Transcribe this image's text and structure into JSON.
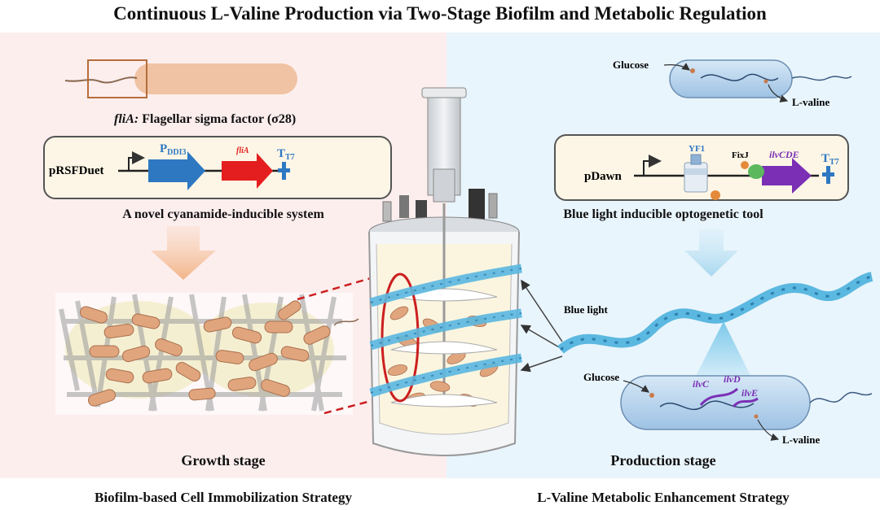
{
  "title": "Continuous L-Valine Production via Two-Stage Biofilm and Metabolic Regulation",
  "left": {
    "flia_gene": "fliA:",
    "flia_desc": "Flagellar sigma factor (σ28)",
    "plasmid": "pRSFDuet",
    "promoter_main": "P",
    "promoter_sub": "DDI3",
    "gene": "fliA",
    "terminator_main": "T",
    "terminator_sub": "T7",
    "system_label": "A novel cyanamide-inducible system",
    "stage": "Growth stage",
    "strategy": "Biofilm-based Cell Immobilization Strategy"
  },
  "right": {
    "glucose_top": "Glucose",
    "lvaline_top": "L-valine",
    "plasmid": "pDawn",
    "yf1": "YF1",
    "fixj": "FixJ",
    "operon": "ilvCDE",
    "terminator_main": "T",
    "terminator_sub": "T7",
    "tool_label": "Blue light inducible optogenetic tool",
    "blue_light": "Blue light",
    "glucose_bottom": "Glucose",
    "ilvC": "ilvC",
    "ilvD": "ilvD",
    "ilvE": "ilvE",
    "lvaline_bottom": "L-valine",
    "stage": "Production stage",
    "strategy": "L-Valine Metabolic Enhancement Strategy"
  },
  "colors": {
    "left_bg": "#fdeeee",
    "right_bg": "#e9f5fc",
    "promoter_blue": "#2e78c2",
    "flia_red": "#e41e1e",
    "operon_purple": "#7a2fb5",
    "light_wave": "#5bb8e0",
    "bacteria": "#e9b08a"
  }
}
